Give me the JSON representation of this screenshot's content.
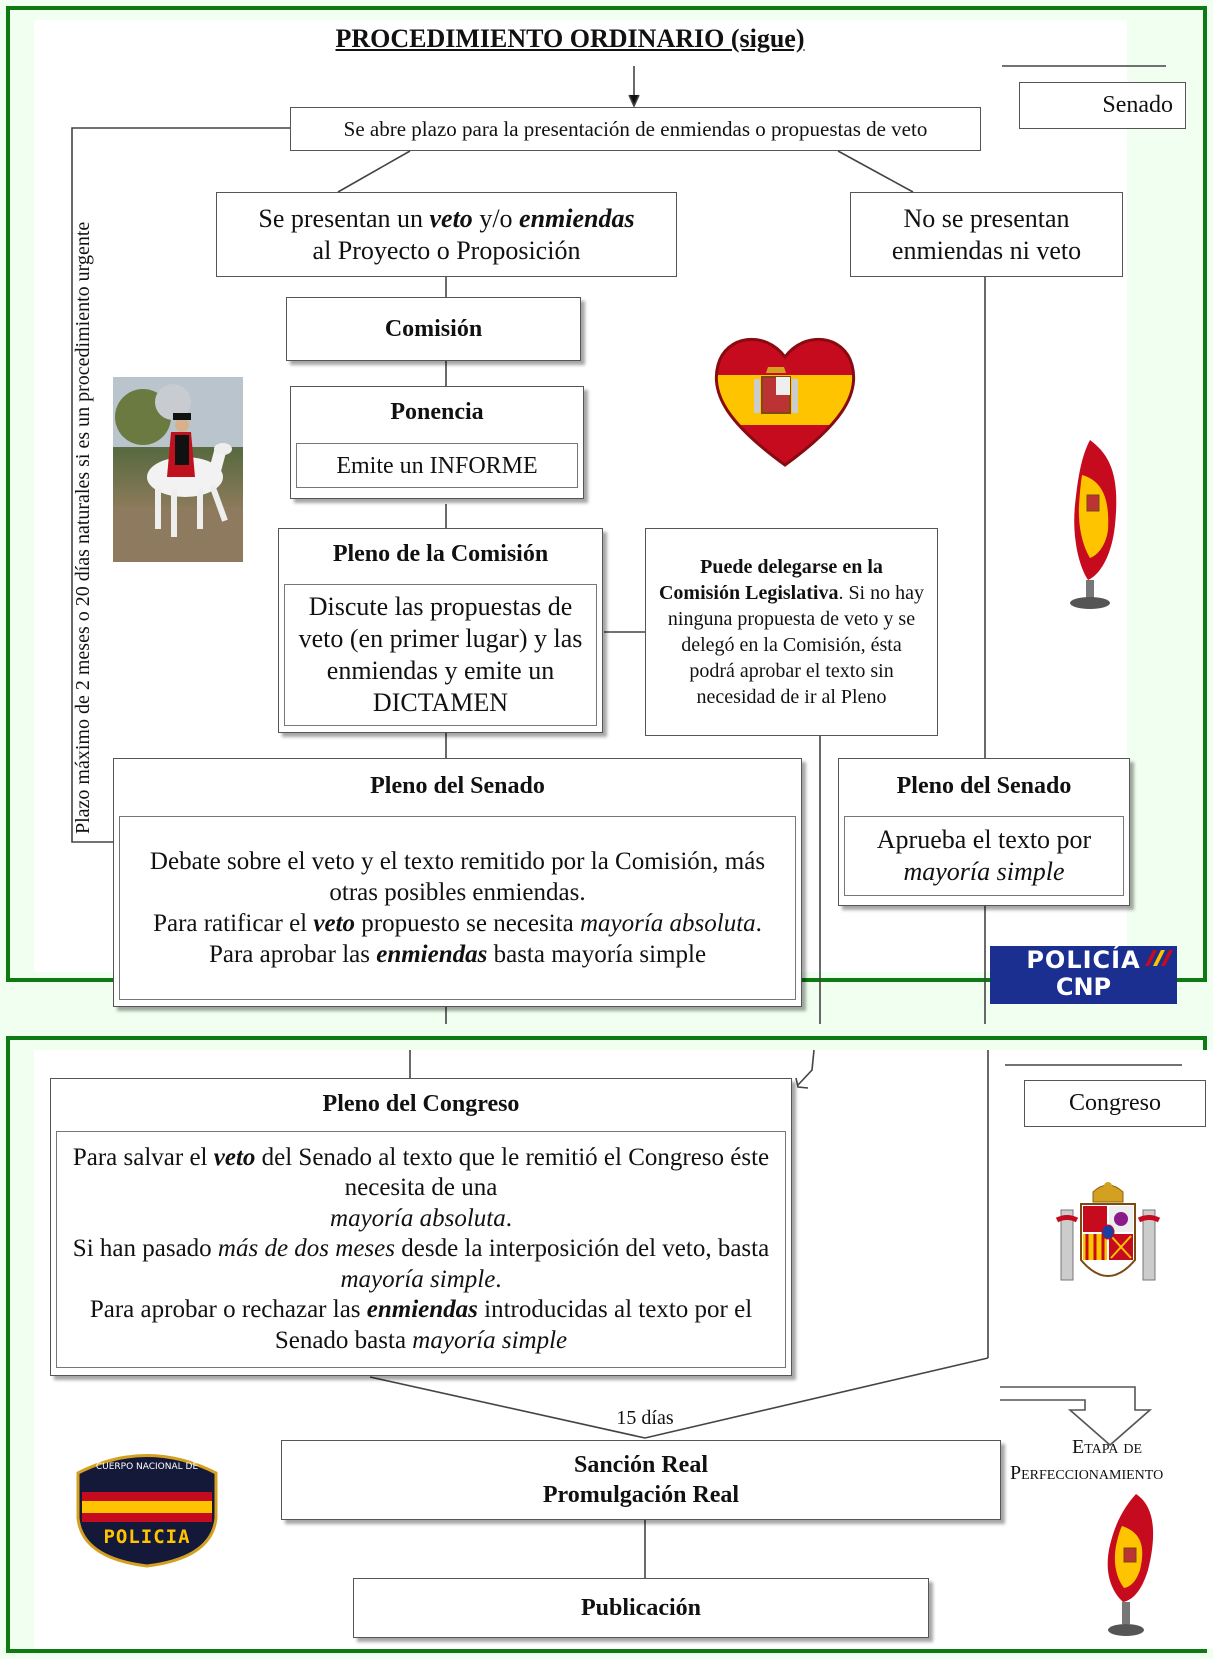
{
  "colors": {
    "frame_green": "#0e7a12",
    "panel_bg": "#f1fff1",
    "box_border": "#555555"
  },
  "top_title": "PROCEDIMIENTO ORDINARIO (sigue)",
  "senado_label": "Senado",
  "congreso_label": "Congreso",
  "side_note": "Plazo máximo de 2 meses o 20 días naturales si es un procedimiento urgente",
  "plazo_box": "Se abre plazo para la presentación de enmiendas o propuestas de veto",
  "se_presentan": {
    "pre": "Se presentan un ",
    "veto": "veto",
    "mid": " y/o ",
    "enmiendas": "enmiendas",
    "line2": "al Proyecto o Proposición"
  },
  "no_se_presentan": {
    "line1": "No se presentan",
    "line2": "enmiendas ni veto"
  },
  "comision": "Comisión",
  "ponencia": {
    "title": "Ponencia",
    "text": "Emite un INFORME"
  },
  "pleno_comision": {
    "title": "Pleno de la Comisión",
    "text": "Discute las propuestas de veto (en primer lugar) y las enmiendas y emite un DICTAMEN"
  },
  "delegar": {
    "bold": "Puede delegarse en la Comisión Legislativa",
    "rest": ". Si no hay ninguna propuesta de veto y se delegó en la Comisión, ésta podrá aprobar el texto sin necesidad de ir al Pleno"
  },
  "pleno_senado_left": {
    "title": "Pleno del Senado",
    "l1": "Debate sobre el veto y el texto remitido por la Comisión, más otras posibles enmiendas.",
    "l2_pre": "Para ratificar el ",
    "l2_veto": "veto",
    "l2_mid": " propuesto se necesita ",
    "l2_maj": "mayoría absoluta",
    "l3_pre": "Para aprobar las ",
    "l3_enm": "enmiendas",
    "l3_post": " basta mayoría simple"
  },
  "pleno_senado_right": {
    "title": "Pleno del Senado",
    "line1": "Aprueba el texto por",
    "line2": "mayoría simple"
  },
  "pleno_congreso": {
    "title": "Pleno del Congreso",
    "a_pre": "Para salvar el ",
    "a_veto": "veto",
    "a_post": " del Senado al texto que le remitió el Congreso éste necesita de una",
    "a_maj": "mayoría absoluta",
    "b_pre": "Si han pasado ",
    "b_it": "más de dos meses",
    "b_mid": " desde la interposición del veto, basta ",
    "b_maj": "mayoría simple",
    "c_pre": "Para aprobar o rechazar las ",
    "c_enm": "enmiendas",
    "c_mid": " introducidas al texto por el Senado basta ",
    "c_maj": "mayoría simple"
  },
  "quince_dias": "15 días",
  "sancion": {
    "line1": "Sanción Real",
    "line2": "Promulgación Real"
  },
  "publicacion": "Publicación",
  "etapa": {
    "line1": "Etapa de",
    "line2": "Perfeccionamiento"
  },
  "policia_logo": {
    "line1": "POLICÍA",
    "line2": "CNP"
  },
  "badge": {
    "top": "CUERPO NACIONAL DE",
    "bottom": "POLICIA"
  }
}
